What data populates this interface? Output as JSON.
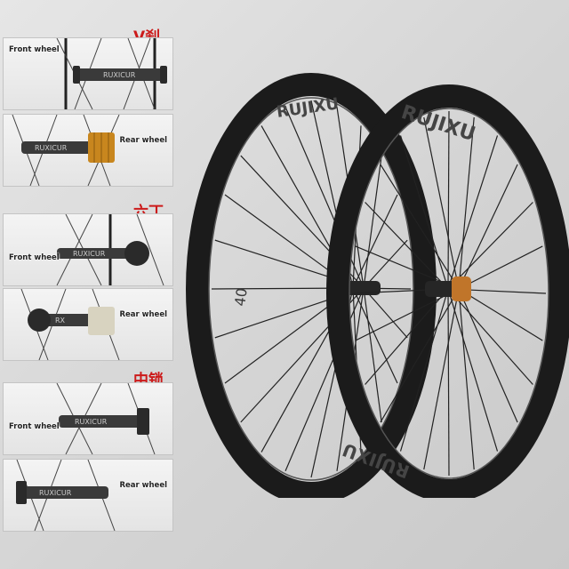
{
  "groups": [
    {
      "title": "V刹",
      "front": {
        "label": "Front wheel",
        "brand": "RUXICUR",
        "hub_color": "#3a3a3a"
      },
      "rear": {
        "label": "Rear wheel",
        "brand": "RUXICUR",
        "cassette_color": "#c8861e"
      }
    },
    {
      "title": "六丁",
      "front": {
        "label": "Front wheel",
        "brand": "RUXICUR",
        "hub_color": "#3a3a3a"
      },
      "rear": {
        "label": "Rear wheel",
        "brand": "RX",
        "cassette_color": "#d8d3c0"
      }
    },
    {
      "title": "中锁",
      "front": {
        "label": "Front wheel",
        "brand": "RUXICUR",
        "hub_color": "#3a3a3a"
      },
      "rear": {
        "label": "Rear wheel",
        "brand": "RUXICUR",
        "cassette_color": "#3a3a3a"
      }
    }
  ],
  "wheelset": {
    "rim_brand": "RUJIXU",
    "rim_depth_mark": "40",
    "rim_color": "#1b1b1b",
    "rear_hub_accent": "#c0752a"
  },
  "colors": {
    "title_red": "#cc1a1a",
    "label_text": "#222222"
  }
}
